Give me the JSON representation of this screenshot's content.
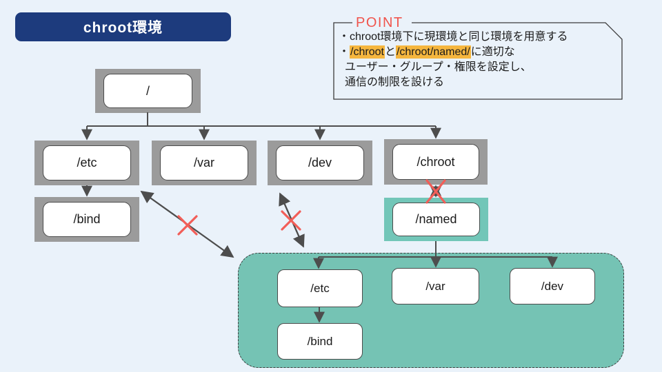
{
  "title": {
    "label": "chroot環境"
  },
  "point": {
    "heading": "POINT",
    "line1": "・chroot環境下に現環境と同じ環境を用意する",
    "line2_parts": {
      "bullet": "・",
      "hl1": "/chroot",
      "mid": "と",
      "hl2": "/chroot/named/",
      "tail": "に適切な"
    },
    "line3": "ユーザー・グループ・権限を設定し、",
    "line4": "通信の制限を設ける"
  },
  "tree": {
    "root": {
      "label": "/"
    },
    "level1": [
      {
        "label": "/etc"
      },
      {
        "label": "/var"
      },
      {
        "label": "/dev"
      },
      {
        "label": "/chroot"
      }
    ],
    "bind": {
      "label": "/bind"
    },
    "named": {
      "label": "/named"
    }
  },
  "chroot_env": {
    "children": [
      {
        "label": "/etc"
      },
      {
        "label": "/var"
      },
      {
        "label": "/dev"
      }
    ],
    "bind": {
      "label": "/bind"
    }
  },
  "colors": {
    "background": "#eaf2fa",
    "title_navy": "#1d3b7d",
    "frame_gray": "#9b9b9b",
    "teal": "#74c5b5",
    "highlight_orange": "#f5b63e",
    "point_red": "#f0544c",
    "cross_red": "#f25e58",
    "arrow_gray": "#4d4d4d"
  }
}
